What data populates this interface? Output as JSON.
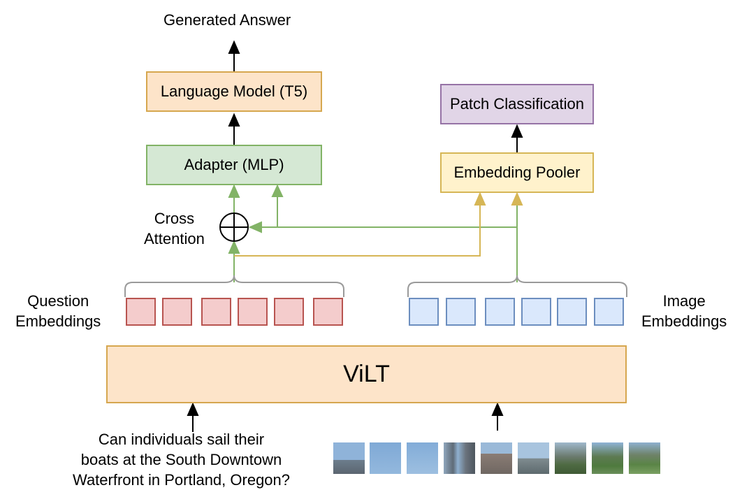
{
  "diagram": {
    "output_label": "Generated Answer",
    "language_model_label": "Language Model (T5)",
    "adapter_label": "Adapter (MLP)",
    "cross_attention_label_line1": "Cross",
    "cross_attention_label_line2": "Attention",
    "patch_classification_label": "Patch Classification",
    "embedding_pooler_label": "Embedding Pooler",
    "question_embeddings_line1": "Question",
    "question_embeddings_line2": "Embeddings",
    "image_embeddings_line1": "Image",
    "image_embeddings_line2": "Embeddings",
    "vilt_label": "ViLT",
    "question_text_line1": "Can individuals sail their",
    "question_text_line2": "boats at the  South Downtown",
    "question_text_line3": "Waterfront in Portland, Oregon?"
  },
  "colors": {
    "orange_fill": "#fde4c9",
    "orange_border": "#d6a74f",
    "green_fill": "#d5e8d4",
    "green_border": "#82b366",
    "purple_fill": "#e1d5e7",
    "purple_border": "#9673a6",
    "yellow_fill": "#fff2cc",
    "yellow_border": "#d6b656",
    "question_fill": "#f4cccc",
    "question_border": "#b85450",
    "image_fill": "#dae8fc",
    "image_border": "#6c8ebf"
  }
}
